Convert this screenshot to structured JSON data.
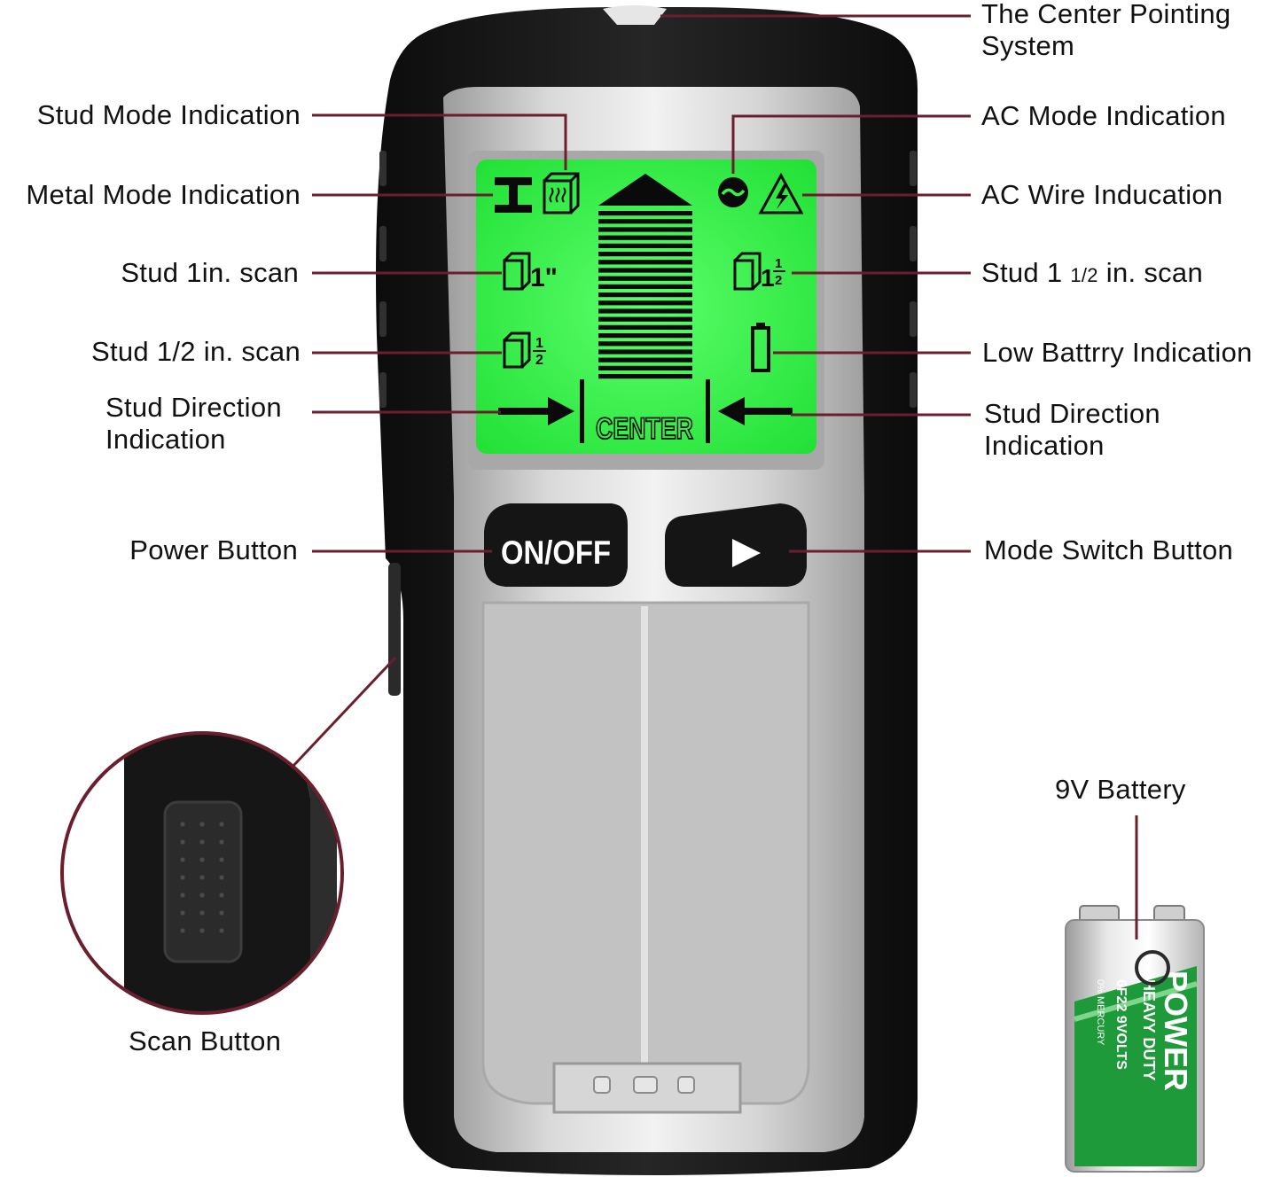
{
  "labels": {
    "center_pointing": [
      "The Center Pointing",
      "System"
    ],
    "stud_mode": "Stud Mode Indication",
    "metal_mode": "Metal Mode Indication",
    "stud_1in": "Stud 1in. scan",
    "stud_half_in": "Stud 1/2 in. scan",
    "stud_direction_left": [
      "Stud Direction",
      "Indication"
    ],
    "power_button": "Power Button",
    "scan_button": "Scan Button",
    "ac_mode": "AC Mode Indication",
    "ac_wire": "AC Wire Inducation",
    "stud_1_half_in": {
      "pre": "Stud 1",
      "frac": "1/2",
      "post": "in. scan"
    },
    "low_battery": "Low Battrry Indication",
    "stud_direction_right": [
      "Stud Direction",
      "Indication"
    ],
    "mode_switch": "Mode Switch Button",
    "battery_9v": "9V Battery"
  },
  "device": {
    "center_text": "CENTER",
    "power_button_text": "ON/OFF",
    "mode_button_symbol": "▶",
    "inch_1": "1\"",
    "inch_half_num": "1",
    "inch_half_den": "2"
  },
  "battery": {
    "brand": "POWER",
    "type": "HEAVY DUTY",
    "model": "6F22 9VOLTS",
    "mercury": "0% MERCURY"
  },
  "colors": {
    "leader": "#6b1f2e",
    "lcd": "#2af23f",
    "body": "#1b1b1b",
    "silver": "#c4c4c4"
  }
}
